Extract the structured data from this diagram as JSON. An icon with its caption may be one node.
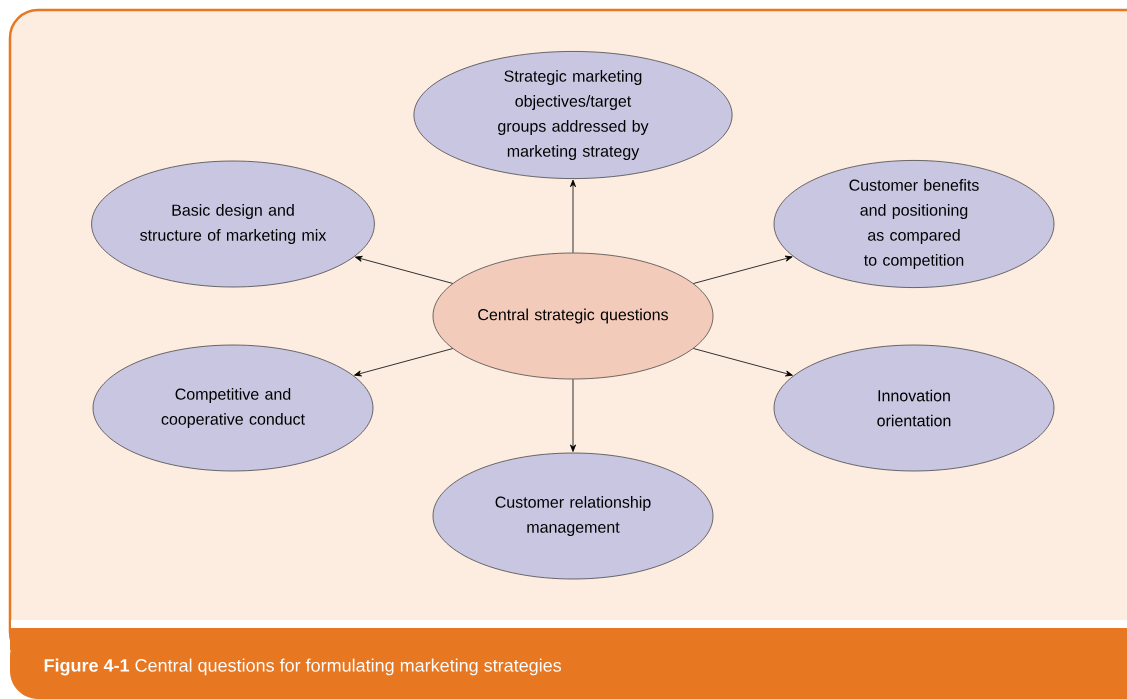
{
  "diagram": {
    "caption": "**Figure 4-1** Central questions for formulating marketing strategies",
    "nodes": [
      {
        "text": [
          "Central strategic questions"
        ]
      },
      {
        "text": [
          "Strategic marketing objectives/target groups addressed by marketing strategy"
        ]
      },
      {
        "text": [
          "Basic design and structure of marketing mix"
        ]
      },
      {
        "text": [
          "Customer benefits and positioning as compared to competition"
        ]
      },
      {
        "text": [
          "Competitive and cooperative conduct"
        ]
      },
      {
        "text": [
          "Innovation orientation"
        ]
      },
      {
        "text": [
          "Customer relationship management"
        ]
      }
    ],
    "edges": [
      {
        "from": 0,
        "to": 1,
        "arrow": "to"
      },
      {
        "from": 0,
        "to": 2,
        "arrow": "to"
      },
      {
        "from": 0,
        "to": 3,
        "arrow": "to"
      },
      {
        "from": 0,
        "to": 4,
        "arrow": "to"
      },
      {
        "from": 0,
        "to": 5,
        "arrow": "to"
      },
      {
        "from": 0,
        "to": 6,
        "arrow": "to"
      }
    ]
  }
}
